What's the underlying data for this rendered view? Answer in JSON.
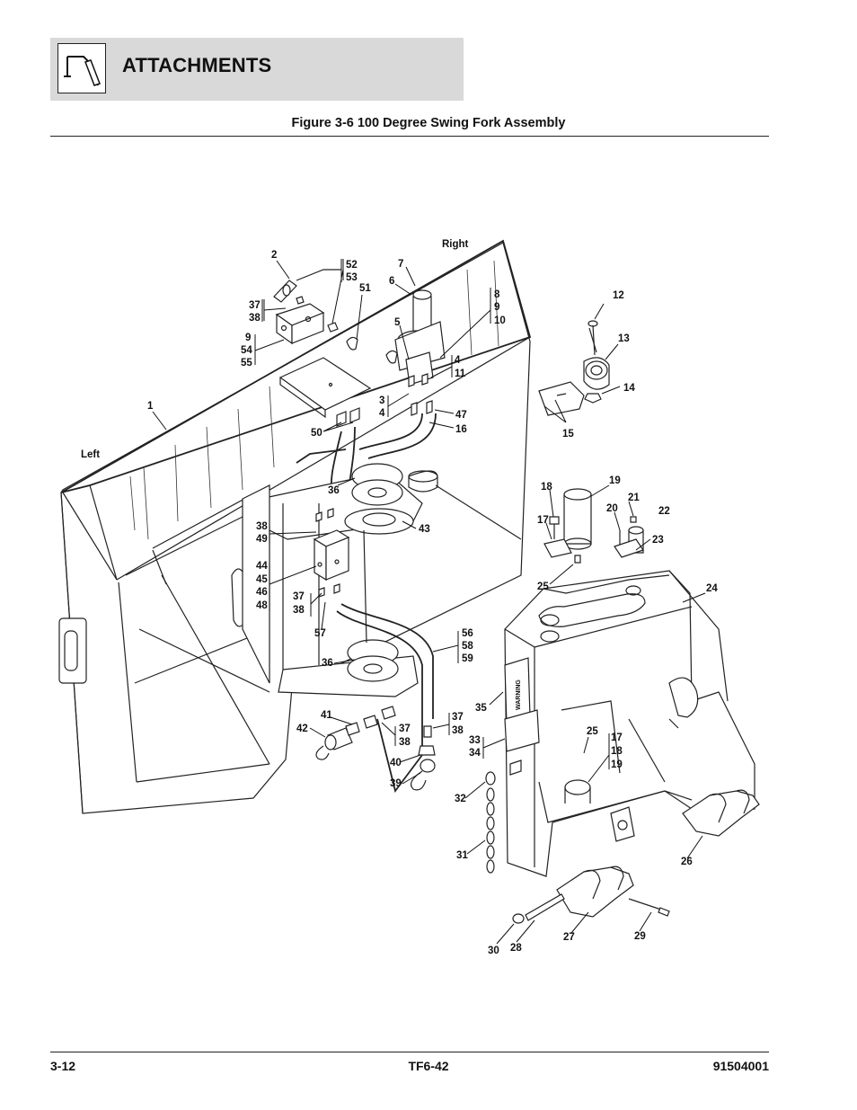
{
  "header": {
    "section_title": "ATTACHMENTS",
    "figure_title": "Figure 3-6 100 Degree Swing Fork Assembly",
    "icon": "manual-tab-icon"
  },
  "diagram": {
    "side_labels": {
      "right": "Right",
      "left": "Left"
    },
    "callouts": [
      "2",
      "52",
      "53",
      "7",
      "6",
      "51",
      "37",
      "38",
      "9",
      "54",
      "55",
      "8",
      "9",
      "10",
      "12",
      "5",
      "13",
      "4",
      "11",
      "14",
      "1",
      "3",
      "4",
      "47",
      "16",
      "50",
      "15",
      "Left",
      "19",
      "18",
      "36",
      "21",
      "17",
      "20",
      "22",
      "38",
      "49",
      "43",
      "23",
      "44",
      "45",
      "46",
      "48",
      "25",
      "24",
      "37",
      "38",
      "57",
      "56",
      "58",
      "59",
      "36",
      "35",
      "41",
      "37",
      "38",
      "37",
      "38",
      "42",
      "25",
      "17",
      "18",
      "19",
      "33",
      "34",
      "40",
      "39",
      "32",
      "31",
      "26",
      "30",
      "28",
      "27",
      "29"
    ],
    "decal_text": "WARNING"
  },
  "footer": {
    "page_number": "3-12",
    "model": "TF6-42",
    "doc_number": "91504001"
  }
}
